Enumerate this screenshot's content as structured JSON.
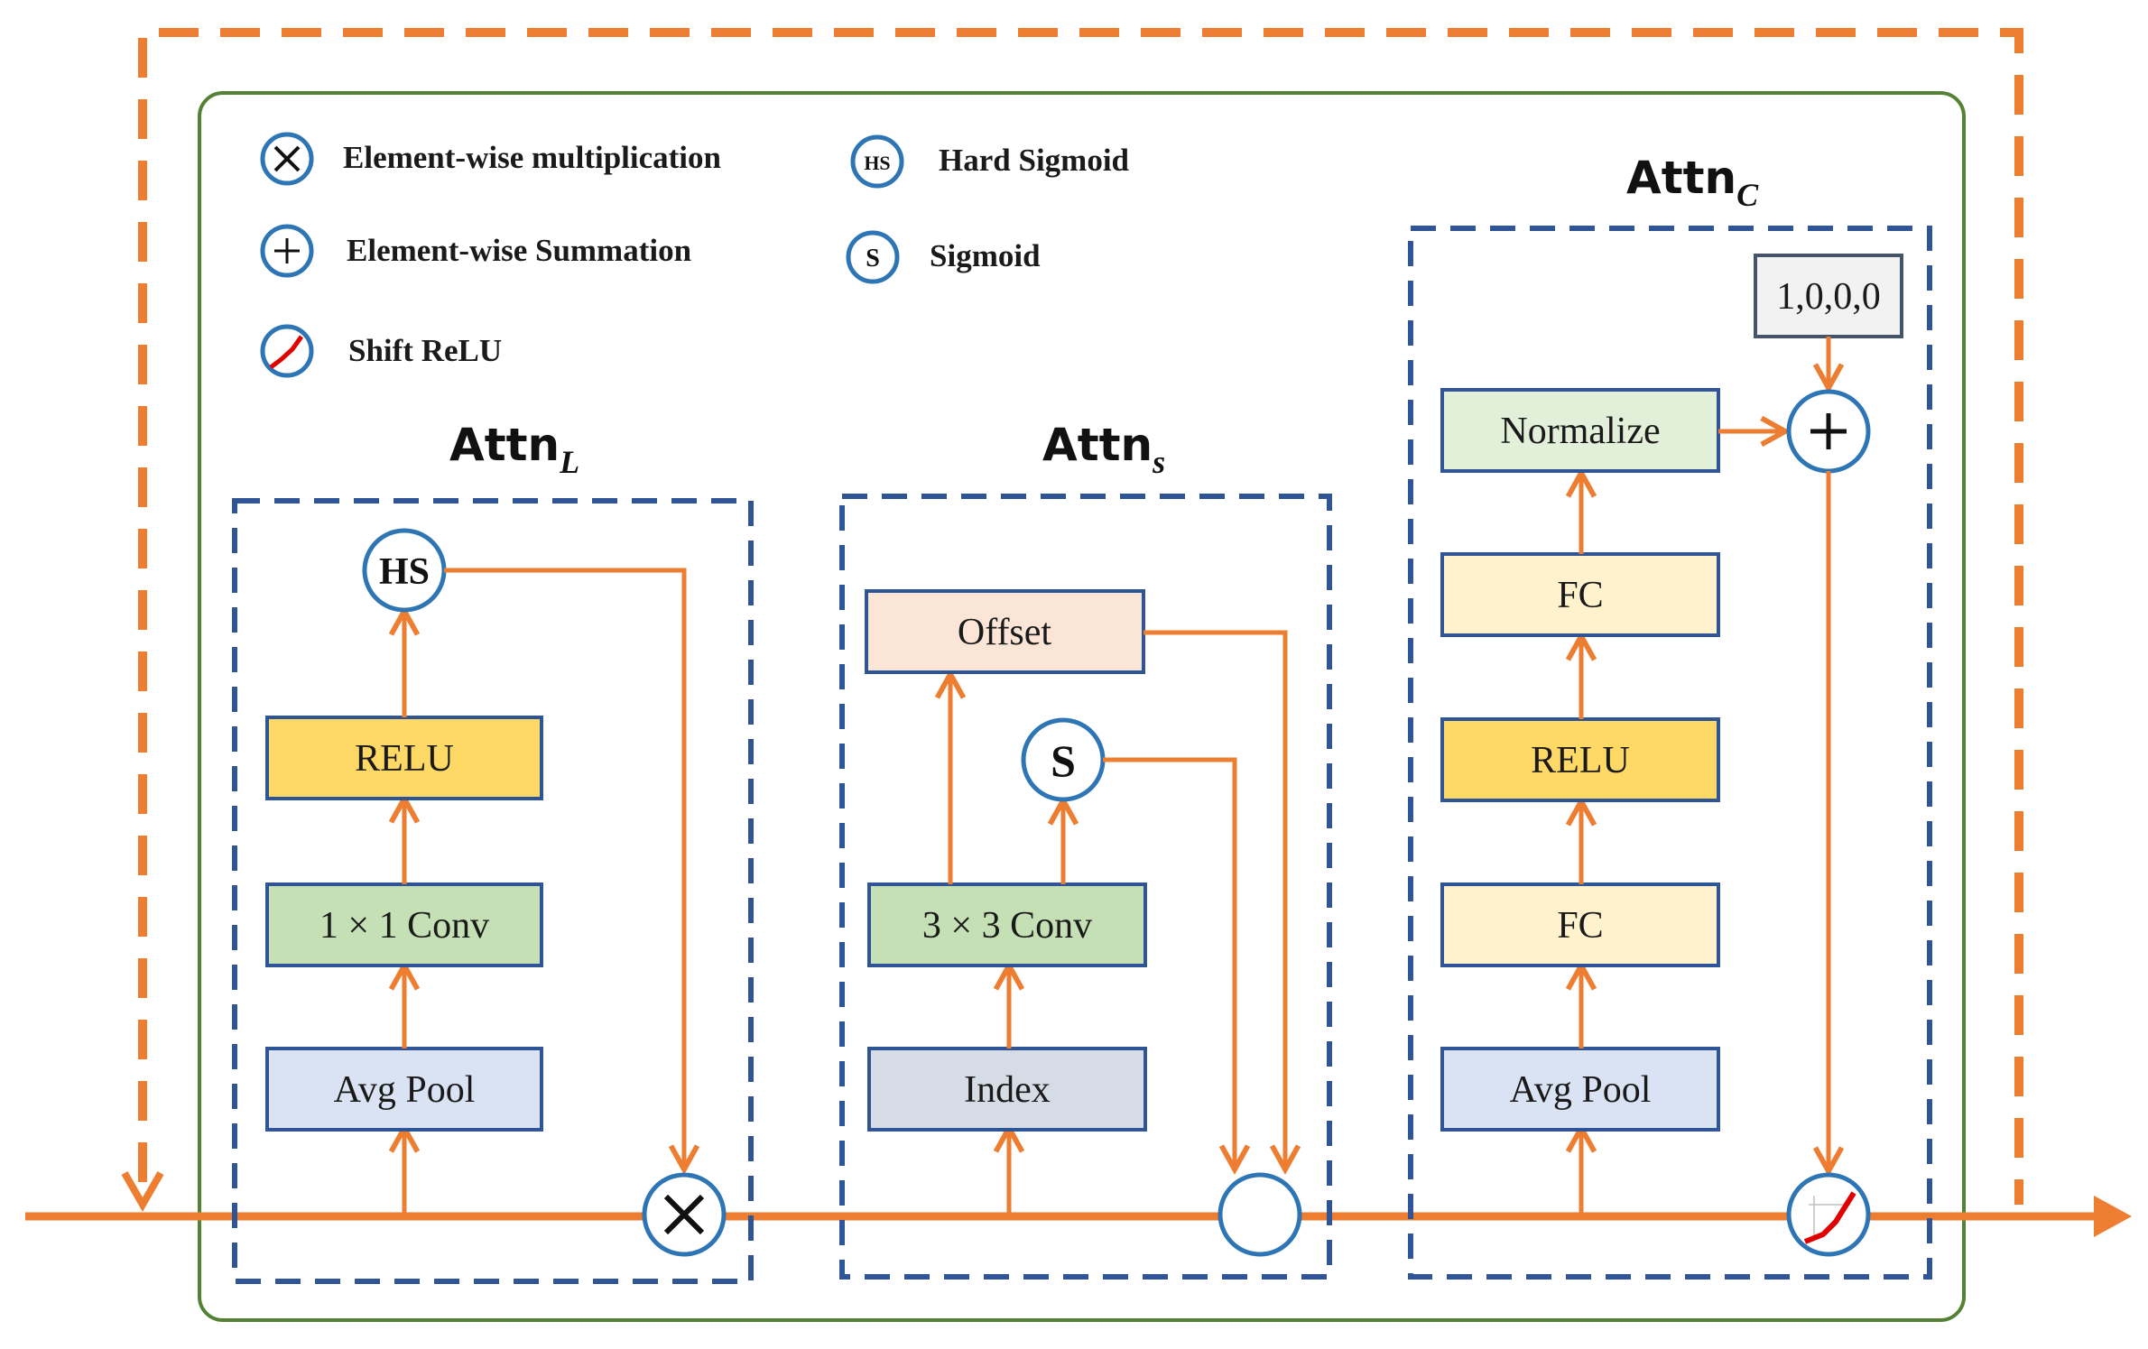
{
  "legend": {
    "multiplication": "Element-wise multiplication",
    "summation": "Element-wise Summation",
    "shift_relu": "Shift ReLU",
    "hard_sigmoid_symbol": "HS",
    "hard_sigmoid": "Hard Sigmoid",
    "sigmoid_symbol": "S",
    "sigmoid": "Sigmoid"
  },
  "attn_l": {
    "title": "Attn",
    "title_sub": "L",
    "hs_symbol": "HS",
    "relu": "RELU",
    "conv": "1 × 1 Conv",
    "pool": "Avg Pool"
  },
  "attn_s": {
    "title": "Attn",
    "title_sub": "s",
    "offset": "Offset",
    "s_symbol": "S",
    "conv": "3 × 3 Conv",
    "index": "Index"
  },
  "attn_c": {
    "title": "Attn",
    "title_sub": "C",
    "init": "1,0,0,0",
    "normalize": "Normalize",
    "fc_top": "FC",
    "relu": "RELU",
    "fc_bottom": "FC",
    "pool": "Avg Pool"
  },
  "colors": {
    "arrow": "#ED7D31",
    "dash_box": "#2F5597",
    "outer_green": "#548235",
    "circle": "#2E75B6",
    "relu_fill": "#FFD966",
    "conv_fill": "#C5E0B4",
    "pool_fill": "#DAE3F3",
    "offset_fill": "#FBE5D6",
    "index_fill": "#D6DCE5",
    "fc_fill": "#FFF2CC",
    "normalize_fill": "#E2F0D9",
    "init_fill": "#F2F2F2"
  }
}
